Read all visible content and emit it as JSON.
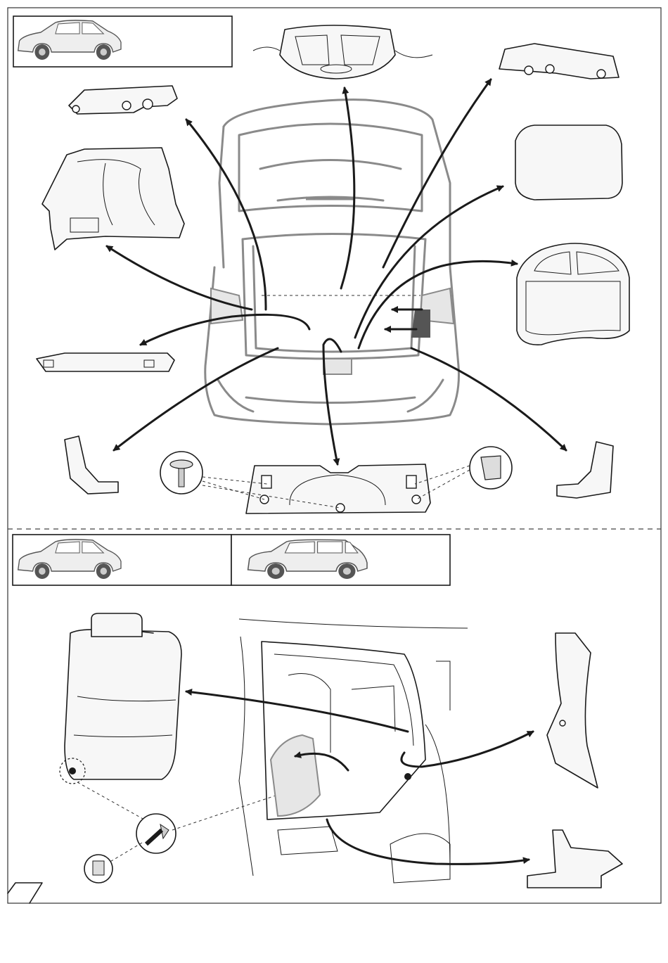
{
  "sections": [
    {
      "id": "tailgate-trim-removal",
      "vehicle_badges": [
        "hatchback-5-door"
      ]
    },
    {
      "id": "rear-seat-and-pillar-trim-removal",
      "vehicle_badges": [
        "hatchback-5-door",
        "estate-wagon"
      ]
    }
  ],
  "icons": {
    "car_hatchback": "car-hatchback-icon",
    "car_estate": "car-estate-icon",
    "clip": "push-clip-icon",
    "bolt": "bolt-icon",
    "arrow": "arrow-icon"
  },
  "colors": {
    "line": "#1a1a1a",
    "vehicle_outline": "#8a8a8a",
    "background": "#ffffff"
  }
}
